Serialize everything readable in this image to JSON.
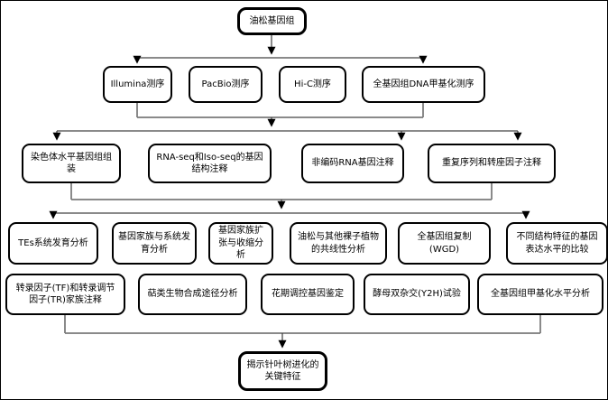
{
  "diagram": {
    "root": {
      "label": "油松基因组"
    },
    "row_sequencing": [
      {
        "label": "Illumina测序"
      },
      {
        "label": "PacBio测序"
      },
      {
        "label": "Hi-C测序"
      },
      {
        "label": "全基因组DNA甲基化测序"
      }
    ],
    "row_annotation": [
      {
        "label": "染色体水平基因组组装"
      },
      {
        "label": "RNA-seq和Iso-seq的基因结构注释"
      },
      {
        "label": "非编码RNA基因注释"
      },
      {
        "label": "重复序列和转座因子注释"
      }
    ],
    "row_analysis_a": [
      {
        "label": "TEs系统发育分析"
      },
      {
        "label": "基因家族与系统发育分析"
      },
      {
        "label": "基因家族扩张与收缩分析"
      },
      {
        "label": "油松与其他裸子植物的共线性分析"
      },
      {
        "label": "全基因组复制(WGD)"
      },
      {
        "label": "不同结构特征的基因表达水平的比较"
      }
    ],
    "row_analysis_b": [
      {
        "label": "转录因子(TF)和转录调节因子(TR)家族注释"
      },
      {
        "label": "萜类生物合成途径分析"
      },
      {
        "label": "花期调控基因鉴定"
      },
      {
        "label": "酵母双杂交(Y2H)试验"
      },
      {
        "label": "全基因组甲基化水平分析"
      }
    ],
    "conclusion": {
      "label": "揭示针叶树进化的关键特征"
    }
  },
  "colors": {
    "box_border": "#000000",
    "background": "#ffffff",
    "connector_line": "#7a7a7a",
    "arrow": "#000000",
    "text": "#000000"
  }
}
